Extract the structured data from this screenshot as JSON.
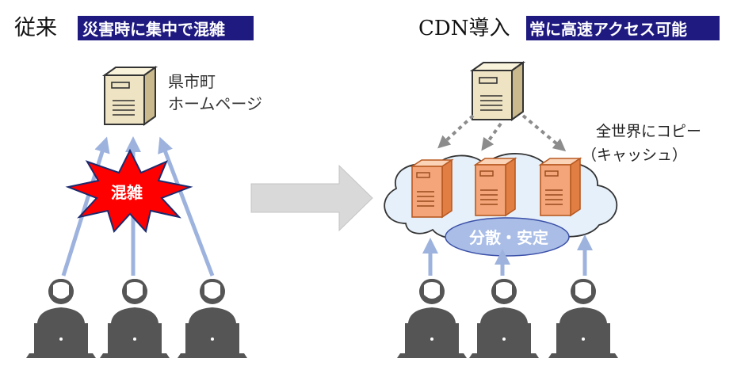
{
  "left": {
    "title": "従来",
    "badge": "災害時に集中で混雑",
    "server_label_line1": "県市町",
    "server_label_line2": "ホームページ",
    "congestion_label": "混雑"
  },
  "right": {
    "title": "CDN導入",
    "badge": "常に高速アクセス可能",
    "copy_label_line1": "全世界にコピー",
    "copy_label_line2": "（キャッシュ）",
    "distribution_label": "分散・安定"
  },
  "colors": {
    "badge_bg": "#1f1a80",
    "badge_text": "#ffffff",
    "server_origin": "#eee3c3",
    "server_cache": "#f4a67a",
    "arrow_blue": "#9db3de",
    "starburst": "#ff0000",
    "ellipse_fill": "#a9bde6",
    "big_arrow": "#d9d9d9",
    "user": "#555555"
  },
  "icons": [
    "server-icon",
    "user-laptop-icon",
    "starburst-icon",
    "cloud-icon",
    "transition-arrow-icon"
  ]
}
